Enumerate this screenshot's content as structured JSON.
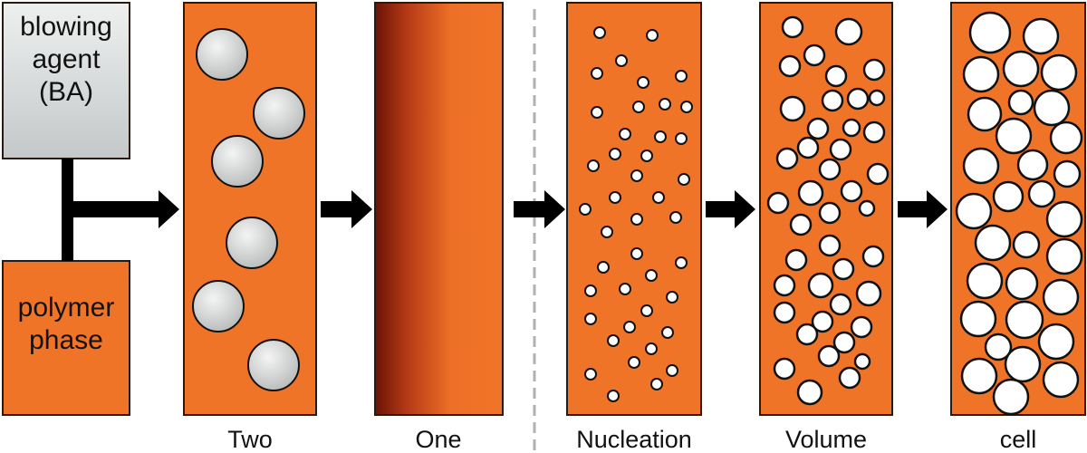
{
  "inputs": {
    "blowing_agent": {
      "line1": "blowing",
      "line2": "agent",
      "line3": "(BA)"
    },
    "polymer": {
      "line1": "polymer",
      "line2": "phase"
    }
  },
  "stages": [
    {
      "label": "Two"
    },
    {
      "label": "One"
    },
    {
      "label": "Nucleation"
    },
    {
      "label": "Volume"
    },
    {
      "label": "cell"
    }
  ],
  "colors": {
    "polymer_orange": "#f07428",
    "outline": "#2a1a10",
    "ba_gray": "#d8dcdc",
    "bubble_white": "#ffffff",
    "arrow": "#000000"
  }
}
